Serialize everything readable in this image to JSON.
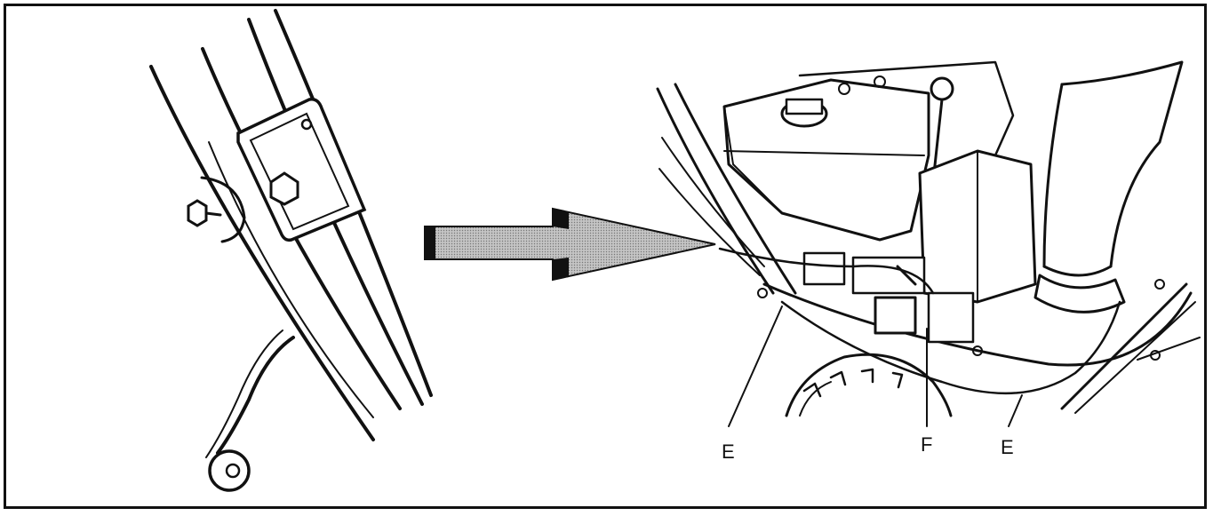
{
  "figure": {
    "callouts": {
      "e_left": "E",
      "f": "F",
      "e_right": "E"
    },
    "colors": {
      "ink": "#111111",
      "arrow_fill": "#b8b8b8",
      "background": "#ffffff"
    },
    "icons": {
      "direction_arrow": "right-arrow-icon",
      "cable_clip": "wire-clip-icon"
    }
  }
}
